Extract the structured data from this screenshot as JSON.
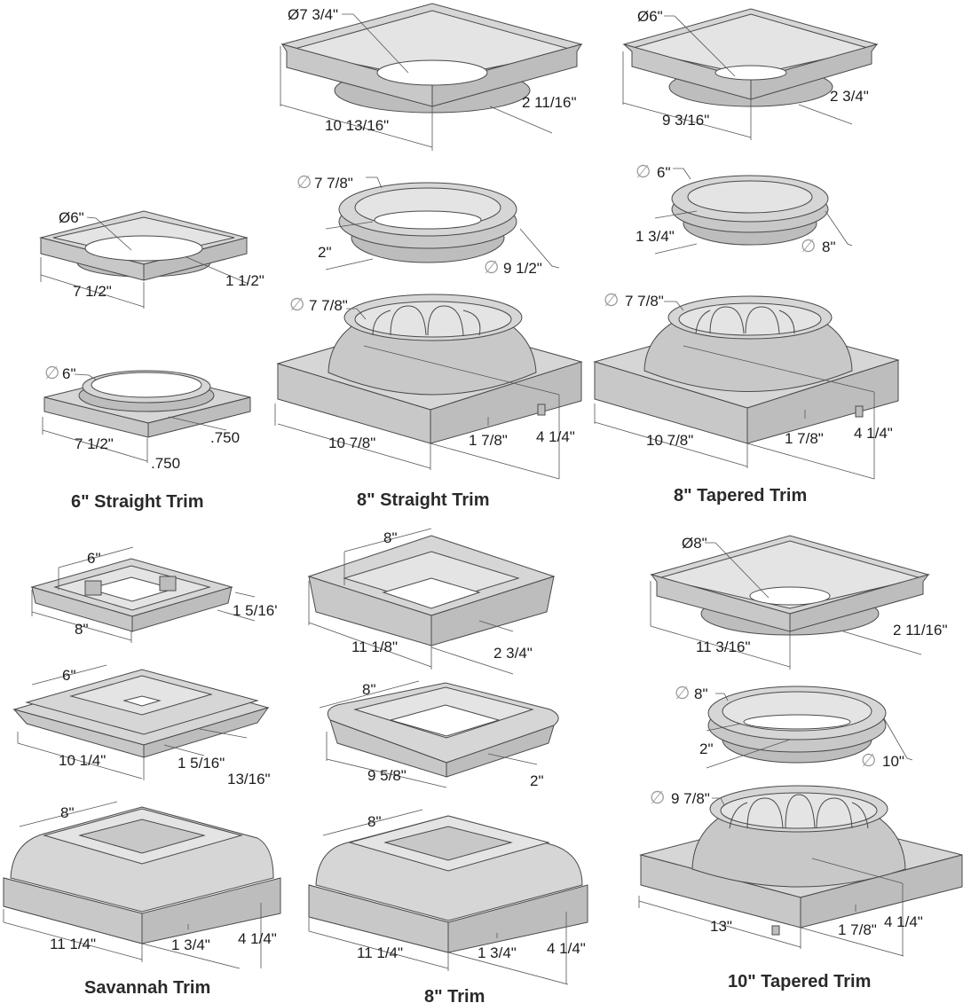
{
  "colors": {
    "background": "#ffffff",
    "part_face_light": "#d6d6d6",
    "part_face_mid": "#c8c8c8",
    "part_face_dark": "#bdbdbd",
    "outline": "#4a4a4a",
    "text": "#1c1c1c",
    "diameter_symbol": "#9a9a9a"
  },
  "symbols": {
    "diameter_icon": "∅",
    "diameter_prefix": "Ø"
  },
  "sections": [
    {
      "title": "6\" Straight Trim",
      "parts": [
        {
          "name": "square-ring-collar",
          "labels": {
            "diameter": "Ø6\"",
            "width": "7 1/2\"",
            "height": "1 1/2\""
          }
        },
        {
          "name": "square-base-with-ring",
          "labels": {
            "diameter": "6\"",
            "width": "7 1/2\"",
            "ring_height": ".750",
            "base_height": ".750"
          }
        }
      ]
    },
    {
      "title": "8\" Straight Trim",
      "parts": [
        {
          "name": "square-flared-collar",
          "labels": {
            "diameter": "Ø7 3/4\"",
            "width": "10 13/16\"",
            "height": "2 11/16\""
          }
        },
        {
          "name": "round-ring",
          "labels": {
            "inner_diameter": "7 7/8\"",
            "height": "2\"",
            "outer_diameter": "9 1/2\""
          }
        },
        {
          "name": "dome-base",
          "labels": {
            "diameter": "7 7/8\"",
            "width": "10 7/8\"",
            "base_height": "1 7/8\"",
            "total_height": "4 1/4\""
          }
        }
      ]
    },
    {
      "title": "8\" Tapered Trim",
      "parts": [
        {
          "name": "square-flared-collar",
          "labels": {
            "diameter": "Ø6\"",
            "width": "9 3/16\"",
            "height": "2 3/4\""
          }
        },
        {
          "name": "round-ring",
          "labels": {
            "inner_diameter": "6\"",
            "height": "1 3/4\"",
            "outer_diameter": "8\""
          }
        },
        {
          "name": "dome-base",
          "labels": {
            "diameter": "7 7/8\"",
            "width": "10 7/8\"",
            "base_height": "1 7/8\"",
            "total_height": "4 1/4\""
          }
        }
      ]
    },
    {
      "title": "Savannah Trim",
      "parts": [
        {
          "name": "square-open-frame",
          "labels": {
            "inner_width": "6\"",
            "outer_width": "8\"",
            "height": "1 5/16'"
          }
        },
        {
          "name": "stepped-square-cap",
          "labels": {
            "inner_width": "6\"",
            "width": "10 1/4\"",
            "step_height": "1 5/16\"",
            "lip_height": "13/16\""
          }
        },
        {
          "name": "square-block-base",
          "labels": {
            "top_width": "8\"",
            "width": "11 1/4\"",
            "base_height": "1 3/4\"",
            "total_height": "4 1/4\""
          }
        }
      ]
    },
    {
      "title": "8\" Trim",
      "parts": [
        {
          "name": "square-molded-collar",
          "labels": {
            "inner_width": "8\"",
            "width": "11 1/8\"",
            "height": "2 3/4\""
          }
        },
        {
          "name": "rounded-square-frame",
          "labels": {
            "inner_width": "8\"",
            "width": "9 5/8\"",
            "height": "2\""
          }
        },
        {
          "name": "square-block-base",
          "labels": {
            "top_width": "8\"",
            "width": "11 1/4\"",
            "base_height": "1 3/4\"",
            "total_height": "4 1/4\""
          }
        }
      ]
    },
    {
      "title": "10\" Tapered Trim",
      "parts": [
        {
          "name": "square-flared-collar",
          "labels": {
            "diameter": "Ø8\"",
            "width": "11 3/16\"",
            "height": "2 11/16\""
          }
        },
        {
          "name": "round-ring",
          "labels": {
            "inner_diameter": "8\"",
            "height": "2\"",
            "outer_diameter": "10\""
          }
        },
        {
          "name": "dome-base",
          "labels": {
            "diameter": "9 7/8\"",
            "width": "13\"",
            "base_height": "1 7/8\"",
            "total_height": "4 1/4\""
          }
        }
      ]
    }
  ]
}
